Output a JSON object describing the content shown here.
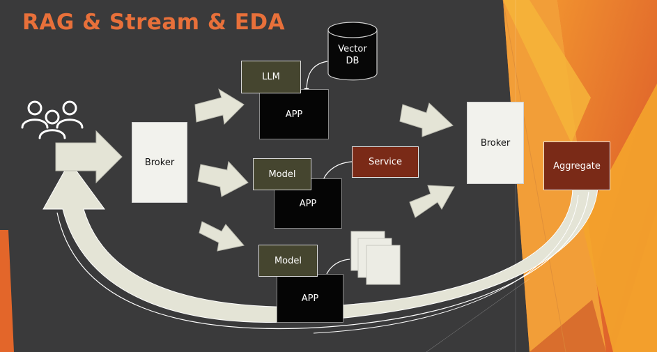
{
  "slide": {
    "title": "RAG & Stream & EDA",
    "colors": {
      "background": "#3a3a3b",
      "title": "#e8703a",
      "accent_orange": "#e8702a",
      "accent_yellow": "#f3a82a",
      "box_dark": "#050505",
      "box_olive": "#45452f",
      "box_brown": "#7a2a17",
      "box_paper": "#f2f2ed"
    },
    "icons": [
      "users-icon",
      "database-icon",
      "documents-icon"
    ],
    "boxes": {
      "broker_left": "Broker",
      "broker_right": "Broker",
      "llm": "LLM",
      "vector_db": "Vector\nDB",
      "app_top": "APP",
      "model_middle": "Model",
      "service": "Service",
      "app_middle": "APP",
      "model_bottom": "Model",
      "app_bottom": "APP",
      "aggregate": "Aggregate"
    }
  }
}
